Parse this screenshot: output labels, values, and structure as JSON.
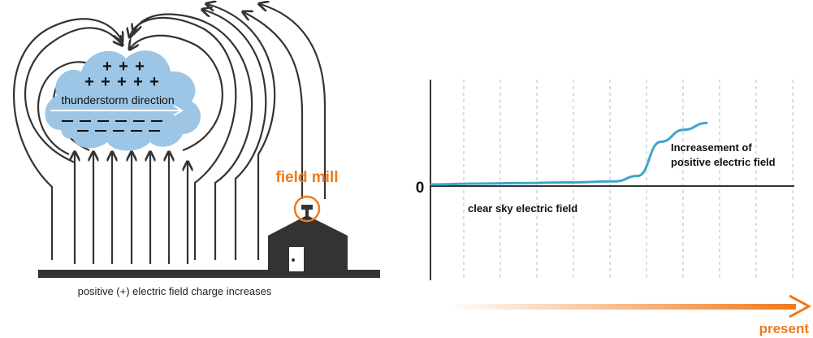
{
  "left_panel": {
    "cloud_plus_signs": "+",
    "cloud_minus_signs": "—",
    "cloud_label": "thunderstorm direction",
    "field_mill_label": "field mill",
    "ground_caption": "positive (+) electric field charge increases"
  },
  "chart_data": {
    "type": "line",
    "zero_label": "0",
    "series": [
      {
        "points": [
          [
            0,
            0.0
          ],
          [
            1,
            0.05
          ],
          [
            2,
            0.08
          ],
          [
            3,
            0.12
          ],
          [
            4,
            0.18
          ],
          [
            4.5,
            0.5
          ],
          [
            5,
            2.5
          ],
          [
            5.5,
            3.2
          ],
          [
            6,
            3.6
          ]
        ]
      }
    ],
    "annotations": {
      "low": "clear sky electric field",
      "high_line1": "Increasement of",
      "high_line2": "positive electric field"
    },
    "x_axis_label": "present",
    "grid": "vertical dashed lines"
  },
  "colors": {
    "cloud": "#9dc6e6",
    "accent_orange": "#ef7a1a",
    "line_blue": "#3ea6cc",
    "dark": "#333333"
  }
}
